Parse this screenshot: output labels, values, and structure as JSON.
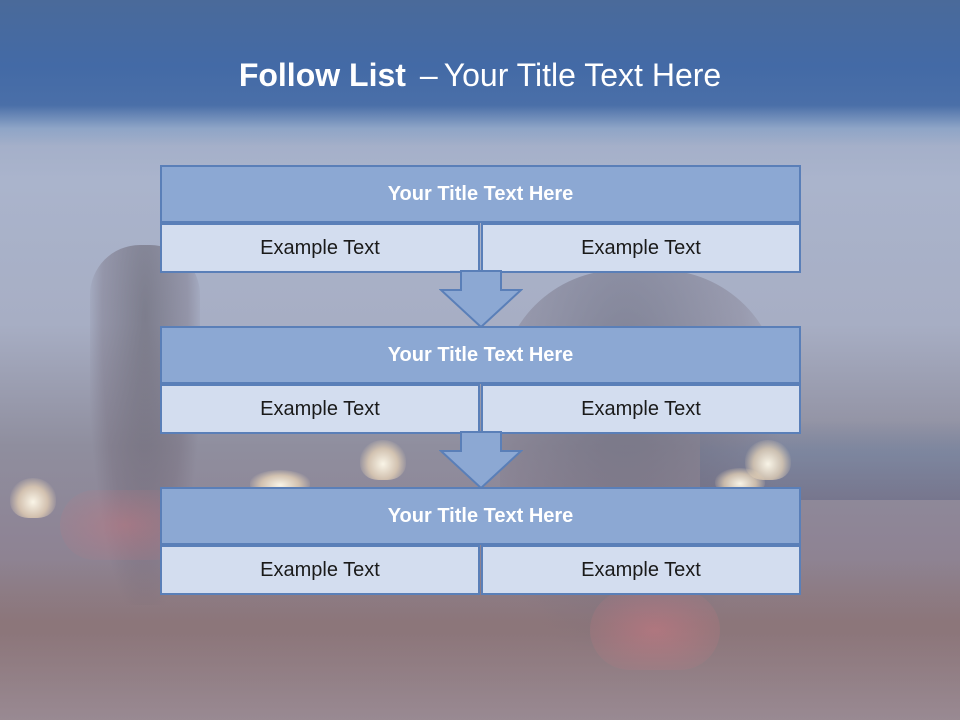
{
  "header": {
    "title_bold": "Follow List",
    "title_separator": "–",
    "title_rest": "Your Title Text Here"
  },
  "blocks": [
    {
      "title": "Your Title Text Here",
      "left": "Example Text",
      "right": "Example Text"
    },
    {
      "title": "Your Title Text Here",
      "left": "Example Text",
      "right": "Example Text"
    },
    {
      "title": "Your Title Text Here",
      "left": "Example Text",
      "right": "Example Text"
    }
  ],
  "colors": {
    "header_blue": "#436aa6",
    "title_fill": "#8ca8d3",
    "cell_fill": "#d3ddef",
    "border": "#5a7fb8",
    "arrow_fill": "#8ca8d3"
  }
}
